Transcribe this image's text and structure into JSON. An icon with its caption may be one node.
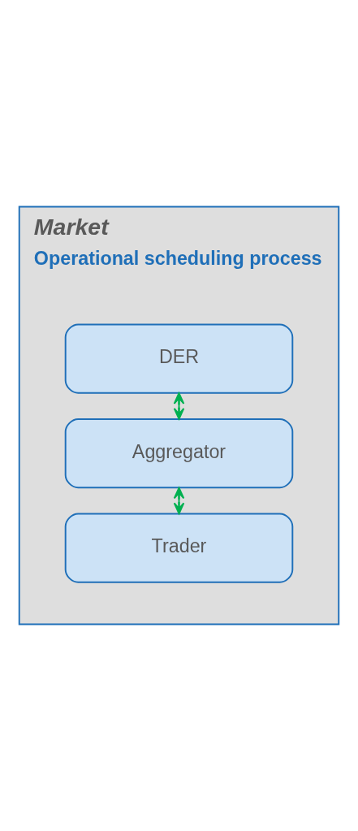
{
  "diagram": {
    "nodes": [
      {
        "text": [
          "Market",
          "Operational scheduling process"
        ]
      },
      {
        "text": [
          "DER"
        ],
        "in": 0
      },
      {
        "text": [
          "Aggregator"
        ],
        "in": 0
      },
      {
        "text": [
          "Trader"
        ],
        "in": 0
      }
    ],
    "edges": [
      {
        "from": 1,
        "to": 2,
        "arrow": "both"
      },
      {
        "from": 2,
        "to": 3,
        "arrow": "both"
      }
    ]
  }
}
